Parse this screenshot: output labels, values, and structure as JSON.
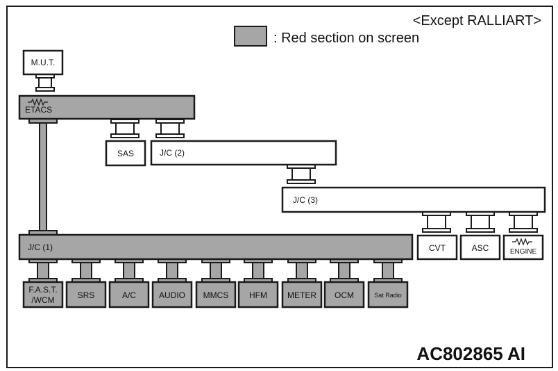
{
  "header": {
    "variant": "<Except RALLIART>",
    "legend_text": ": Red section on screen"
  },
  "colors": {
    "red_section_fill": "#a6a6a6",
    "normal_fill": "#ffffff",
    "line": "#1a1a1a"
  },
  "nodes": {
    "mut": "M.U.T.",
    "etacs": "ETACS",
    "sas": "SAS",
    "jc2": "J/C (2)",
    "jc3": "J/C (3)",
    "jc1": "J/C (1)",
    "cvt": "CVT",
    "asc": "ASC",
    "engine": "ENGINE",
    "fast_line1": "F.A.S.T.",
    "fast_line2": "/WCM",
    "srs": "SRS",
    "ac": "A/C",
    "audio": "AUDIO",
    "mmcs": "MMCS",
    "hfm": "HFM",
    "meter": "METER",
    "ocm": "OCM",
    "sat_radio": "Sat Radio"
  },
  "footer": {
    "code": "AC802865 AI"
  }
}
